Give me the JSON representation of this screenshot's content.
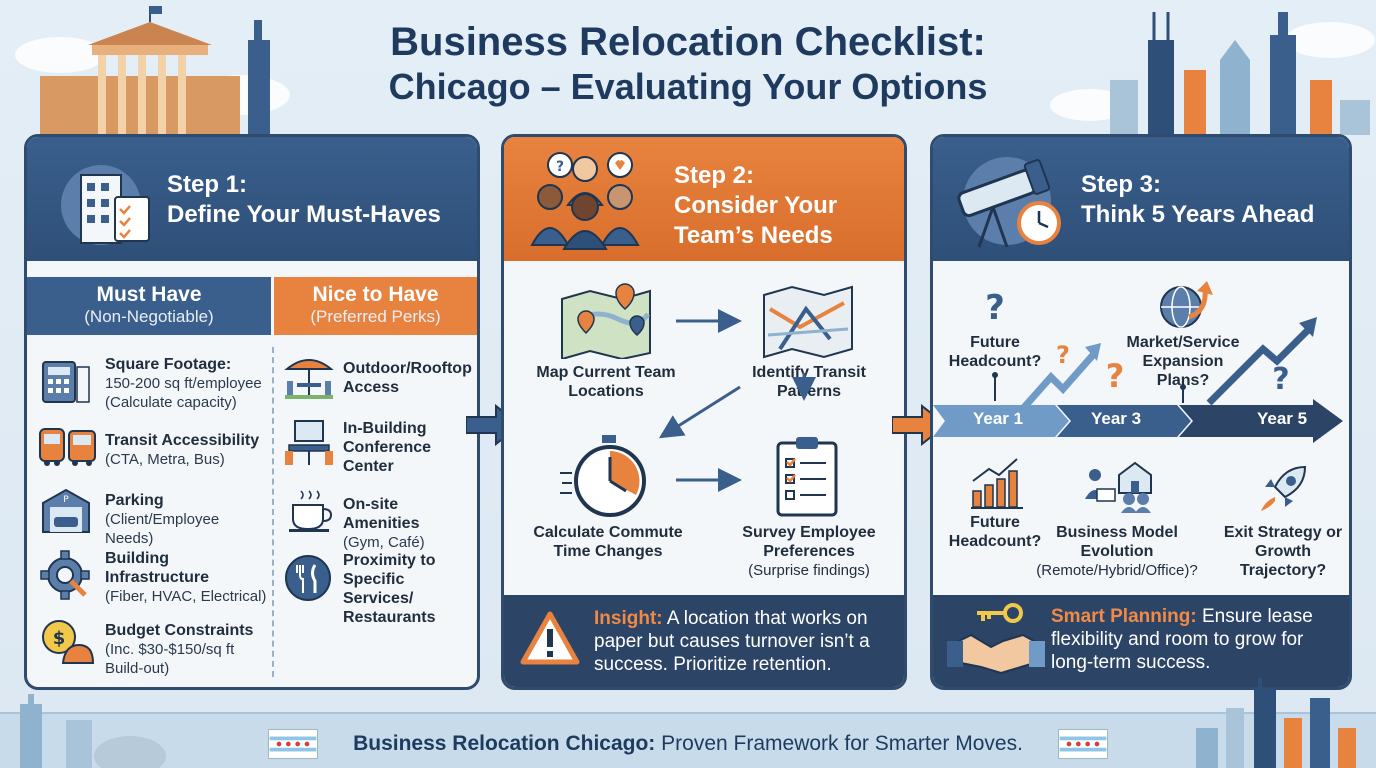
{
  "title": {
    "line1": "Business Relocation Checklist:",
    "line2": "Chicago – Evaluating Your Options"
  },
  "colors": {
    "navy": "#2c4466",
    "blue": "#3a5f8c",
    "orange": "#e8833f",
    "background": "#e4eef6"
  },
  "step1": {
    "title_line1": "Step 1:",
    "title_line2": "Define Your Must-Haves",
    "icon": "building-checklist-icon",
    "must_have": {
      "heading": "Must Have",
      "subheading": "(Non-Negotiable)",
      "items": [
        {
          "label": "Square Footage:",
          "detail": [
            "150-200 sq ft/employee",
            "(Calculate capacity)"
          ],
          "icon": "calculator-icon"
        },
        {
          "label": "Transit Accessibility",
          "detail": [
            "(CTA, Metra, Bus)"
          ],
          "icon": "train-bus-icon"
        },
        {
          "label": "Parking",
          "detail": [
            "(Client/Employee Needs)"
          ],
          "icon": "parking-garage-icon"
        },
        {
          "label": "Building Infrastructure",
          "detail": [
            "(Fiber, HVAC, Electrical)"
          ],
          "icon": "gear-wrench-icon"
        },
        {
          "label": "Budget Constraints",
          "detail": [
            "(Inc. $30-$150/sq ft",
            "Build-out)"
          ],
          "icon": "money-hardhat-icon"
        }
      ]
    },
    "nice_to_have": {
      "heading": "Nice to Have",
      "subheading": "(Preferred Perks)",
      "items": [
        {
          "label": "Outdoor/Rooftop Access",
          "detail": [],
          "icon": "patio-umbrella-icon"
        },
        {
          "label": "In-Building Conference Center",
          "detail": [],
          "icon": "conference-table-icon"
        },
        {
          "label": "On-site Amenities",
          "detail": [
            "(Gym, Café)"
          ],
          "icon": "coffee-cup-icon"
        },
        {
          "label": "Proximity to Specific Services/ Restaurants",
          "detail": [],
          "icon": "fork-knife-icon"
        }
      ]
    }
  },
  "step2": {
    "title_line1": "Step 2:",
    "title_line2": "Consider Your",
    "title_line3": "Team’s Needs",
    "icon": "team-people-icon",
    "nodes": [
      {
        "label": "Map Current Team Locations",
        "icon": "map-pins-icon"
      },
      {
        "label": "Identify Transit Patterns",
        "icon": "transit-map-icon"
      },
      {
        "label": "Calculate Commute Time Changes",
        "icon": "stopwatch-icon"
      },
      {
        "label": "Survey Employee Preferences",
        "sub": "(Surprise findings)",
        "icon": "survey-clipboard-icon"
      }
    ],
    "insight_lead": "Insight:",
    "insight_text": "A location that works on paper but causes turnover isn’t a success. Prioritize retention.",
    "insight_icon": "warning-icon"
  },
  "step3": {
    "title_line1": "Step 3:",
    "title_line2": "Think 5 Years Ahead",
    "icon": "telescope-clock-icon",
    "timeline": [
      "Year 1",
      "Year 3",
      "Year 5"
    ],
    "questions_top": [
      {
        "label": "Future Headcount?"
      },
      {
        "label": "Market/Service Expansion Plans?"
      }
    ],
    "questions_bottom": [
      {
        "label": "Future Headcount?",
        "icon": "bar-chart-icon"
      },
      {
        "label": "Business Model Evolution",
        "sub": "(Remote/Hybrid/Office)?",
        "icon": "remote-work-icon"
      },
      {
        "label": "Exit Strategy or Growth Trajectory?",
        "icon": "rocket-icon"
      }
    ],
    "planning_lead": "Smart Planning:",
    "planning_text": "Ensure lease flexibility and room to grow for long-term success.",
    "planning_icon": "handshake-key-icon"
  },
  "footer": {
    "bold": "Business Relocation Chicago:",
    "text": " Proven Framework for Smarter Moves."
  }
}
